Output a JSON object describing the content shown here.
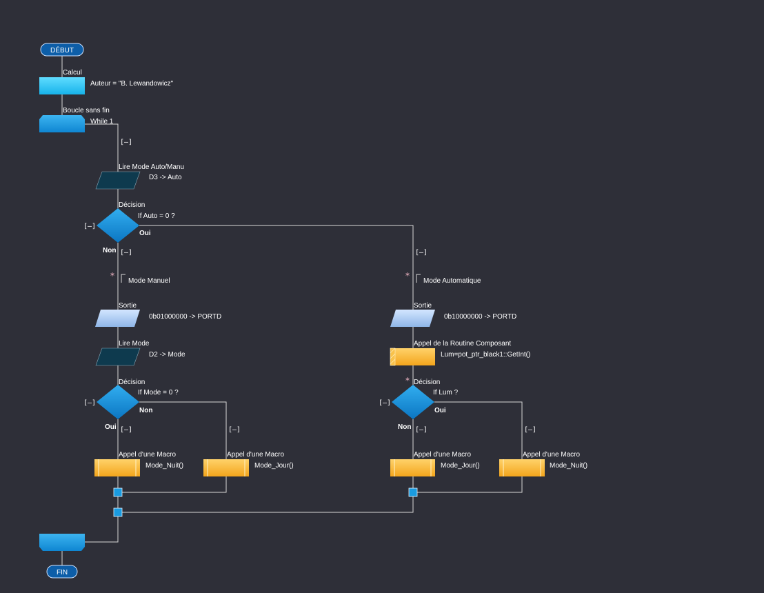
{
  "flowchart": {
    "start_label": "DÉBUT",
    "end_label": "FIN",
    "collapse_glyph": "[–]",
    "star_glyph": "*",
    "calc": {
      "title": "Calcul",
      "text": "Auteur = \"B. Lewandowicz\""
    },
    "loop": {
      "title": "Boucle sans fin",
      "text": "While 1"
    },
    "input_mode": {
      "title": "Lire Mode Auto/Manu",
      "text": "D3 -> Auto"
    },
    "decision1": {
      "title": "Décision",
      "text": "If  Auto = 0 ?",
      "yes": "Oui",
      "no": "Non"
    },
    "left_branch": {
      "comment": "Mode Manuel",
      "output": {
        "title": "Sortie",
        "text": "0b01000000 -> PORTD"
      },
      "input": {
        "title": "Lire Mode",
        "text": "D2 -> Mode"
      },
      "decision": {
        "title": "Décision",
        "text": "If  Mode = 0 ?",
        "yes": "Oui",
        "no": "Non"
      },
      "macro_yes": {
        "title": "Appel d'une Macro",
        "text": "Mode_Nuit()"
      },
      "macro_no": {
        "title": "Appel d'une Macro",
        "text": "Mode_Jour()"
      }
    },
    "right_branch": {
      "comment": "Mode Automatique",
      "output": {
        "title": "Sortie",
        "text": "0b10000000 -> PORTD"
      },
      "component": {
        "title": "Appel de la Routine Composant",
        "text": "Lum=pot_ptr_black1::GetInt()"
      },
      "decision": {
        "title": "Décision",
        "text": "If  Lum ?",
        "yes": "Oui",
        "no": "Non"
      },
      "macro_no": {
        "title": "Appel d'une Macro",
        "text": "Mode_Jour()"
      },
      "macro_yes": {
        "title": "Appel d'une Macro",
        "text": "Mode_Nuit()"
      }
    }
  },
  "colors": {
    "background": "#2e2f38",
    "terminal": "#0d5ea8",
    "calc": "#29c6f2",
    "loop": "#1a9be0",
    "input": "#0e3a4e",
    "decision": "#1a8fd8",
    "output": "#a9c8f0",
    "macro": "#f7b733",
    "connector": "#1a9be0"
  }
}
